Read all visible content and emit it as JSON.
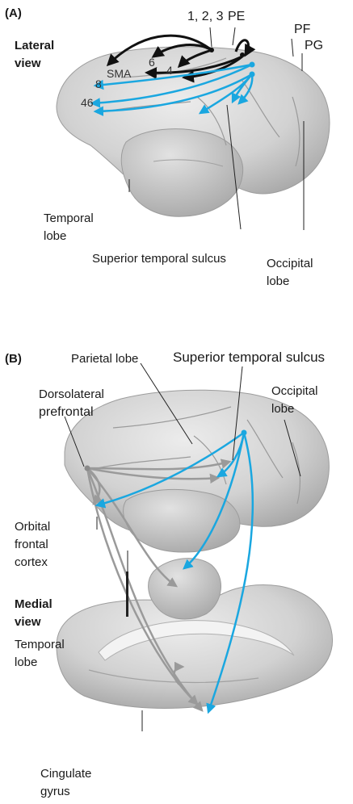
{
  "panel_a": {
    "letter": "(A)",
    "view_line1": "Lateral",
    "view_line2": "view",
    "areas": {
      "a123": "1, 2, 3",
      "pe": "PE",
      "pf": "PF",
      "pg": "PG",
      "sma": "SMA",
      "a6": "6",
      "a4": "4",
      "a8": "8",
      "a46": "46"
    },
    "temporal_line1": "Temporal",
    "temporal_line2": "lobe",
    "sts": "Superior temporal sulcus",
    "occipital_line1": "Occipital",
    "occipital_line2": "lobe"
  },
  "panel_b": {
    "letter": "(B)",
    "parietal": "Parietal lobe",
    "sts": "Superior temporal sulcus",
    "dlpfc_line1": "Dorsolateral",
    "dlpfc_line2": "prefrontal",
    "occipital_line1": "Occipital",
    "occipital_line2": "lobe",
    "ofc_line1": "Orbital",
    "ofc_line2": "frontal",
    "ofc_line3": "cortex",
    "medial_line1": "Medial",
    "medial_line2": "view",
    "temporal_line1": "Temporal",
    "temporal_line2": "lobe",
    "cingulate_line1": "Cingulate",
    "cingulate_line2": "gyrus"
  },
  "colors": {
    "cyan_arrow": "#1aa7e0",
    "black_arrow": "#111111",
    "gray_arrow": "#9a9a9a",
    "brain_fill": "#d6d6d6",
    "brain_dark": "#b4b4b4"
  }
}
